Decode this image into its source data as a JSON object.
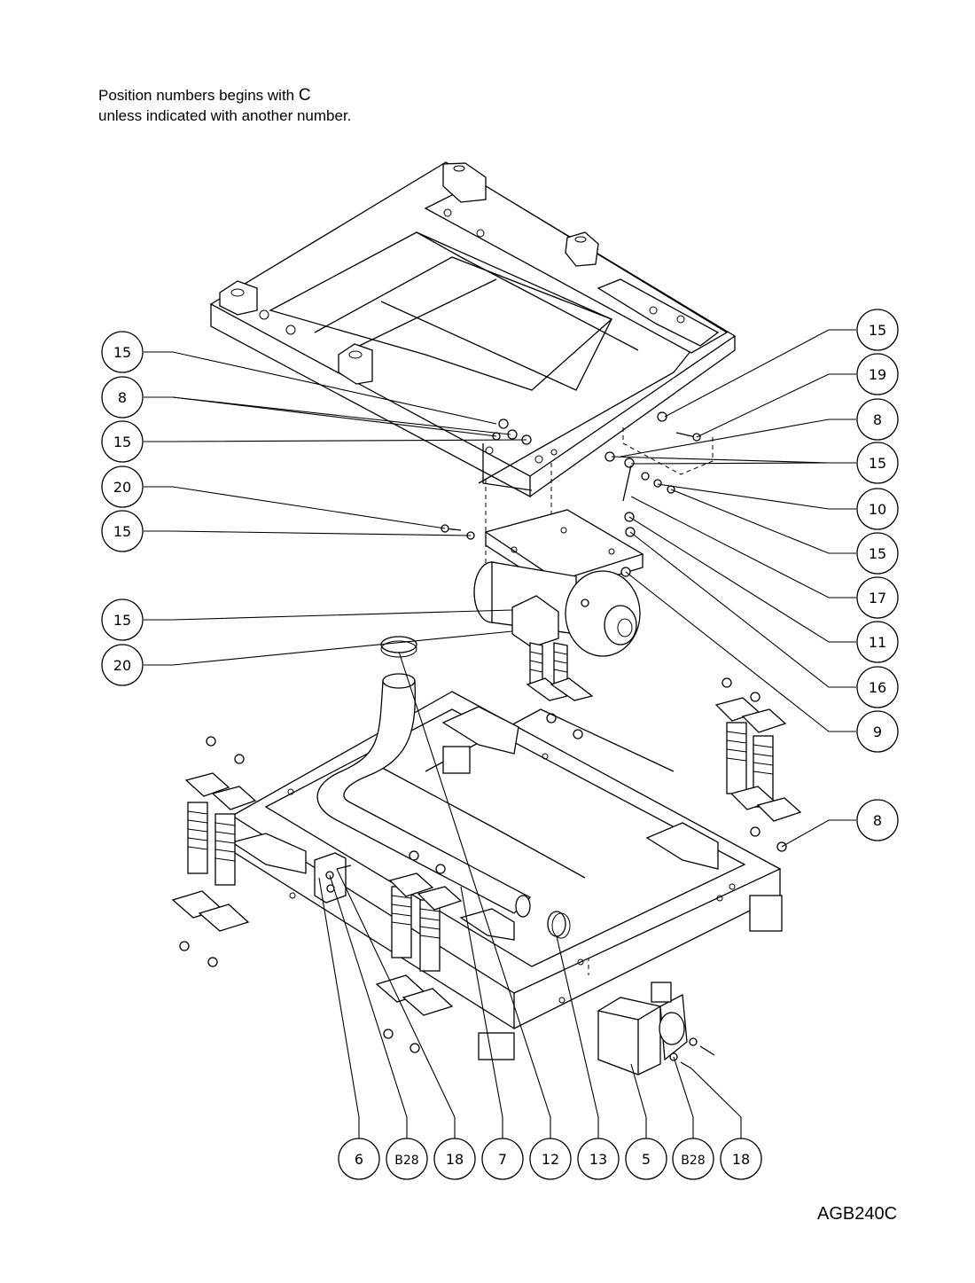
{
  "header": {
    "line1_prefix": "Position numbers begins with",
    "line1_letter": "C",
    "line2": "unless indicated with another number."
  },
  "drawing_id": "AGB240C",
  "callouts_left": [
    "15",
    "8",
    "15",
    "20",
    "15",
    "15",
    "20"
  ],
  "callouts_right": [
    "15",
    "19",
    "8",
    "15",
    "10",
    "15",
    "17",
    "11",
    "16",
    "9",
    "8"
  ],
  "callouts_bottom": [
    "6",
    "B28",
    "18",
    "7",
    "12",
    "13",
    "5",
    "B28",
    "18"
  ]
}
